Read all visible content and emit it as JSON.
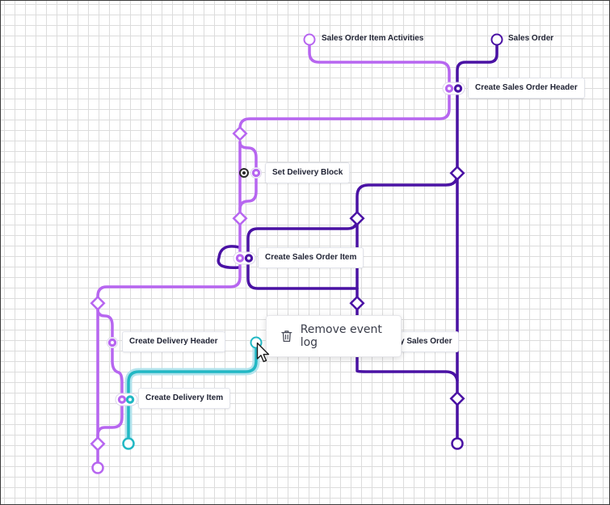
{
  "colors": {
    "lavender": "#b766f0",
    "purple": "#4a12a4",
    "teal": "#22b8c4",
    "teal_halo": "#b3e3ec"
  },
  "nodes": {
    "sales_order_item_activities": "Sales Order Item Activities",
    "sales_order": "Sales Order",
    "create_sales_order_header": "Create Sales Order Header",
    "set_delivery_block": "Set Delivery Block",
    "create_sales_order_item": "Create Sales Order Item",
    "create_delivery_header": "Create Delivery Header",
    "create_delivery_item": "Create Delivery Item",
    "partial_sales_order": "y Sales Order"
  },
  "context_menu": {
    "icon": "trash-icon",
    "label": "Remove event log"
  }
}
